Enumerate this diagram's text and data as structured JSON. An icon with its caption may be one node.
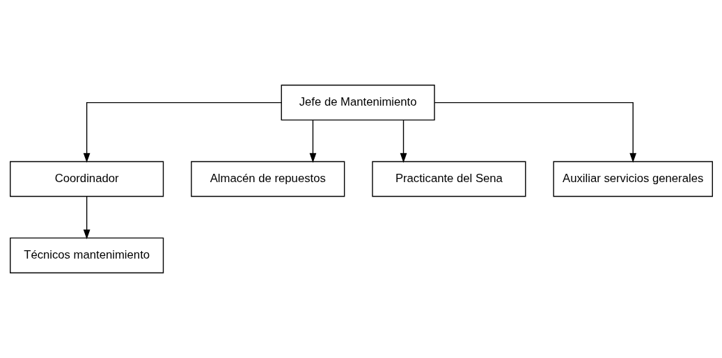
{
  "diagram": {
    "nodes": [
      {
        "text": [
          "Jefe de Mantenimiento"
        ]
      },
      {
        "text": [
          "Coordinador"
        ]
      },
      {
        "text": [
          "Almacén de repuestos"
        ]
      },
      {
        "text": [
          "Practicante del Sena"
        ]
      },
      {
        "text": [
          "Técnicos mantenimiento"
        ]
      },
      {
        "text": [
          "Auxiliar servicios generales"
        ]
      }
    ],
    "edges": [
      {
        "from": 0,
        "to": 1,
        "arrow": "to"
      },
      {
        "from": 0,
        "to": 2,
        "arrow": "to"
      },
      {
        "from": 0,
        "to": 3,
        "arrow": "to"
      },
      {
        "from": 0,
        "to": 5,
        "arrow": "to"
      },
      {
        "from": 1,
        "to": 4,
        "arrow": "to"
      }
    ]
  }
}
